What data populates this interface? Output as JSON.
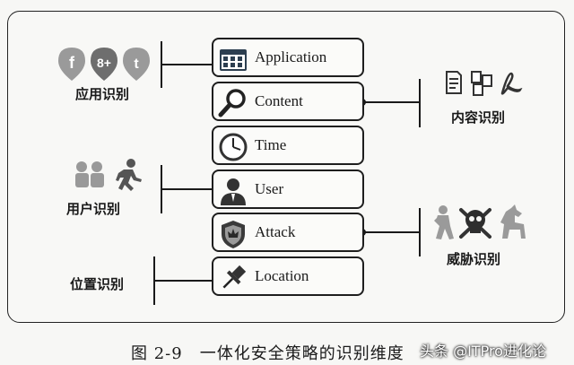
{
  "dimensions": [
    {
      "label": "Application",
      "icon": "app-window-icon"
    },
    {
      "label": "Content",
      "icon": "magnifier-icon"
    },
    {
      "label": "Time",
      "icon": "clock-icon"
    },
    {
      "label": "User",
      "icon": "user-icon"
    },
    {
      "label": "Attack",
      "icon": "shield-icon"
    },
    {
      "label": "Location",
      "icon": "pushpin-icon"
    }
  ],
  "groups": {
    "app": "应用识别",
    "content": "内容识别",
    "user": "用户识别",
    "threat": "威胁识别",
    "location": "位置识别"
  },
  "decor_icons": {
    "app": [
      "facebook-icon",
      "google-plus-icon",
      "twitter-icon"
    ],
    "content": [
      "document-icon",
      "files-icon",
      "pdf-icon"
    ],
    "user": [
      "user-group-icon",
      "running-man-icon"
    ],
    "threat": [
      "ninja-icon",
      "skull-crossbones-icon",
      "trojan-horse-icon"
    ]
  },
  "caption": "图 2-9　一体化安全策略的识别维度",
  "watermark": "头条 @ITPro进化论"
}
